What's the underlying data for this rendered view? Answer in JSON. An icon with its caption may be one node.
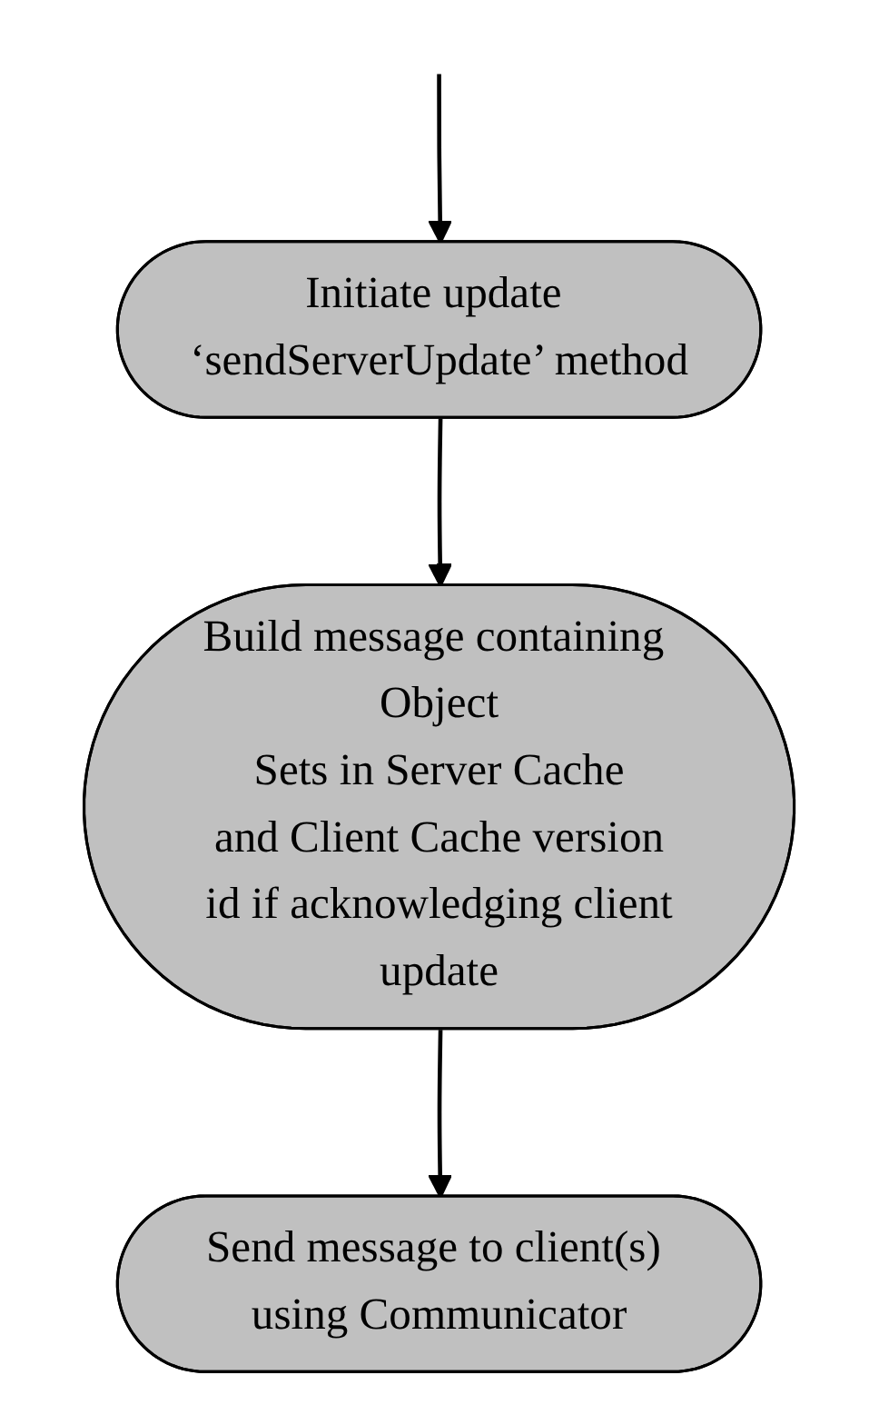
{
  "diagram": {
    "nodes": [
      {
        "text": [
          "Initiate update ‘sendServerUpdate’ method"
        ]
      },
      {
        "text": [
          "Build message containing Object Sets in Server Cache and Client Cache version id if acknowledging client update"
        ]
      },
      {
        "text": [
          "Send message to client(s) using Communicator"
        ]
      }
    ],
    "edges": [
      {
        "from": null,
        "to": 0,
        "arrow": "to"
      },
      {
        "from": 0,
        "to": 1,
        "arrow": "to"
      },
      {
        "from": 1,
        "to": 2,
        "arrow": "to"
      }
    ]
  }
}
